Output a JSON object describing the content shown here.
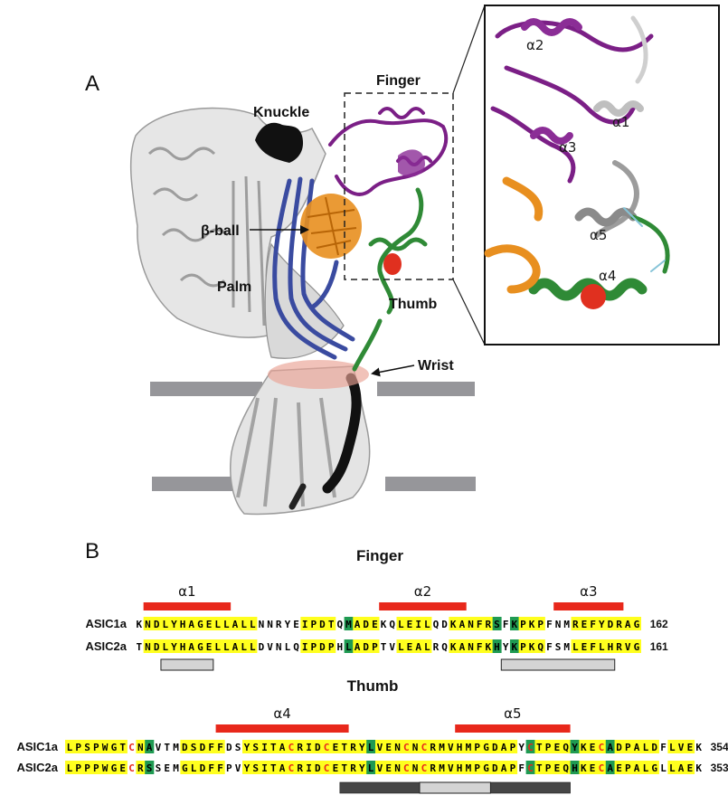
{
  "panel_a": {
    "letter": "A",
    "labels": {
      "finger": "Finger",
      "knuckle": "Knuckle",
      "beta_ball": "β-ball",
      "palm": "Palm",
      "thumb": "Thumb",
      "wrist": "Wrist"
    },
    "inset_labels": {
      "a1": "α1",
      "a2": "α2",
      "a3": "α3",
      "a4": "α4",
      "a5": "α5"
    }
  },
  "panel_b": {
    "letter": "B",
    "finger": {
      "title": "Finger",
      "helices": [
        {
          "label": "α1",
          "start": 1,
          "end": 10
        },
        {
          "label": "α2",
          "start": 28,
          "end": 37
        },
        {
          "label": "α3",
          "start": 48,
          "end": 55
        }
      ],
      "grey_bars": [
        {
          "start": 3,
          "end": 8,
          "shade": "light"
        },
        {
          "start": 42,
          "end": 54,
          "shade": "light"
        }
      ],
      "rows": [
        {
          "name": "ASIC1a",
          "number": "162",
          "seq": "KNDLYHAGELLALLNNRYEIPDTQMADEKQLEILQDKANFRSFKPKPFNMREFYDRAG"
        },
        {
          "name": "ASIC2a",
          "number": "161",
          "seq": "TNDLYHAGELLALLDVNLQIPDPHLADPTVLEALRQKANFKHYKPKQFSMLEFLHRVG"
        }
      ],
      "yellow": [
        1,
        2,
        3,
        4,
        5,
        6,
        7,
        8,
        9,
        10,
        11,
        12,
        13,
        19,
        20,
        21,
        22,
        25,
        26,
        27,
        30,
        31,
        32,
        33,
        36,
        37,
        38,
        39,
        40,
        44,
        45,
        46,
        50,
        51,
        52,
        53,
        54,
        55,
        56,
        57
      ],
      "green": [
        24,
        41,
        43
      ]
    },
    "thumb": {
      "title": "Thumb",
      "helices": [
        {
          "label": "α4",
          "start": 17,
          "end": 31
        },
        {
          "label": "α5",
          "start": 44,
          "end": 56
        }
      ],
      "grey_bars": [
        {
          "start": 31,
          "end": 56,
          "shade": "dark"
        },
        {
          "start": 40,
          "end": 47,
          "shade": "light"
        }
      ],
      "rows": [
        {
          "name": "ASIC1a",
          "number": "354",
          "seq": "LPSPWGTCNAVTMDSDFFDSYSITACRIDCETRYLVENCNCRMVHMPGDAPYCTPEQYKECADPALDFLVEK"
        },
        {
          "name": "ASIC2a",
          "number": "353",
          "seq": "LPPPWGECRSSEMGLDFFPVYSITACRIDCETRYLVENCNCRMVHMPGDAPFCTPEQHKECAEPALGLLAEK"
        }
      ],
      "yellow": [
        0,
        1,
        2,
        3,
        4,
        5,
        6,
        8,
        13,
        14,
        15,
        16,
        17,
        20,
        21,
        22,
        23,
        24,
        25,
        26,
        27,
        28,
        29,
        30,
        31,
        32,
        33,
        35,
        36,
        37,
        38,
        39,
        40,
        41,
        42,
        43,
        44,
        45,
        46,
        47,
        48,
        49,
        50,
        53,
        54,
        55,
        56,
        58,
        59,
        60,
        62,
        63,
        64,
        65,
        66,
        68,
        69,
        70
      ],
      "green": [
        9,
        34,
        52,
        57,
        61
      ],
      "red": [
        7,
        25,
        29,
        38,
        40,
        52,
        60
      ]
    },
    "colors": {
      "yellow": "#ffff1e",
      "green": "#1f9a52",
      "helix_red": "#e8281b",
      "light_grey": "#d4d4d4",
      "dark_grey": "#464646"
    }
  }
}
